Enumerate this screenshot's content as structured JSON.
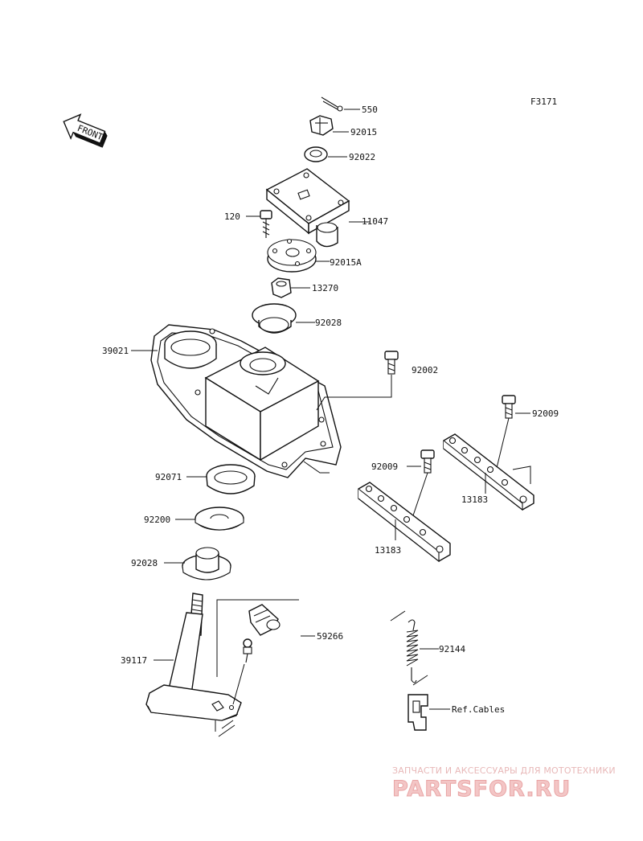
{
  "diagram_code": "F3171",
  "front_label": "FRONT",
  "callouts": [
    {
      "id": "550",
      "text": "550"
    },
    {
      "id": "92015",
      "text": "92015"
    },
    {
      "id": "92022",
      "text": "92022"
    },
    {
      "id": "11047",
      "text": "11047"
    },
    {
      "id": "120",
      "text": "120"
    },
    {
      "id": "92015A",
      "text": "92015A"
    },
    {
      "id": "13270",
      "text": "13270"
    },
    {
      "id": "92028a",
      "text": "92028"
    },
    {
      "id": "39021",
      "text": "39021"
    },
    {
      "id": "92002",
      "text": "92002"
    },
    {
      "id": "92009a",
      "text": "92009"
    },
    {
      "id": "92009b",
      "text": "92009"
    },
    {
      "id": "13183a",
      "text": "13183"
    },
    {
      "id": "13183b",
      "text": "13183"
    },
    {
      "id": "92071",
      "text": "92071"
    },
    {
      "id": "92200",
      "text": "92200"
    },
    {
      "id": "92028b",
      "text": "92028"
    },
    {
      "id": "59266",
      "text": "59266"
    },
    {
      "id": "39117",
      "text": "39117"
    },
    {
      "id": "92144",
      "text": "92144"
    },
    {
      "id": "refcables",
      "text": "Ref.Cables"
    }
  ],
  "watermark": {
    "tagline": "ЗАПЧАСТИ И АКСЕССУАРЫ ДЛЯ МОТОТЕХНИКИ",
    "logo": "PARTSFOR.RU"
  }
}
